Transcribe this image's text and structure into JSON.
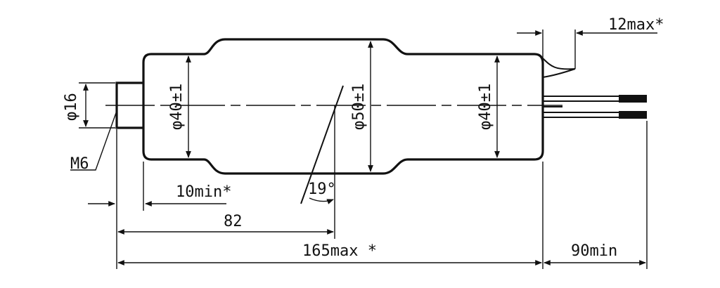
{
  "diagram": {
    "labels": {
      "d16": "φ16",
      "m6": "M6",
      "d40_left": "φ40±1",
      "d50": "φ50±1",
      "d40_right": "φ40±1",
      "twelve_max": "12max*",
      "ten_min": "10min*",
      "nineteen": "19°",
      "eighty_two": "82",
      "one65_max": "165max *",
      "ninety_min": "90min"
    }
  }
}
